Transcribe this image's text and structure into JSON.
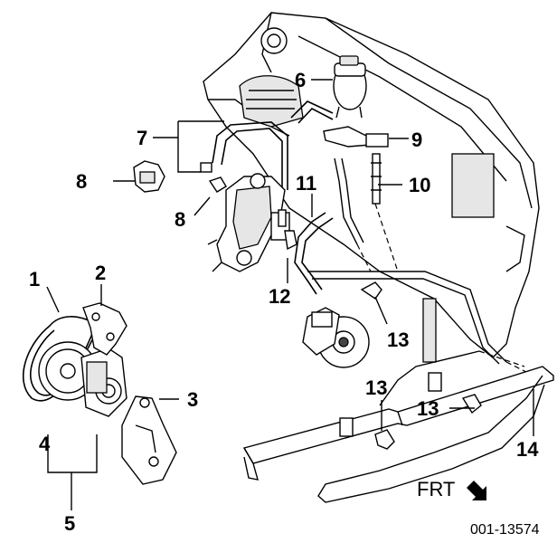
{
  "diagram": {
    "callouts": [
      "1",
      "2",
      "3",
      "4",
      "5",
      "6",
      "7",
      "8",
      "8",
      "9",
      "10",
      "11",
      "12",
      "13",
      "13",
      "13",
      "14"
    ],
    "direction_label": "FRT",
    "figure_number": "001-13574"
  }
}
